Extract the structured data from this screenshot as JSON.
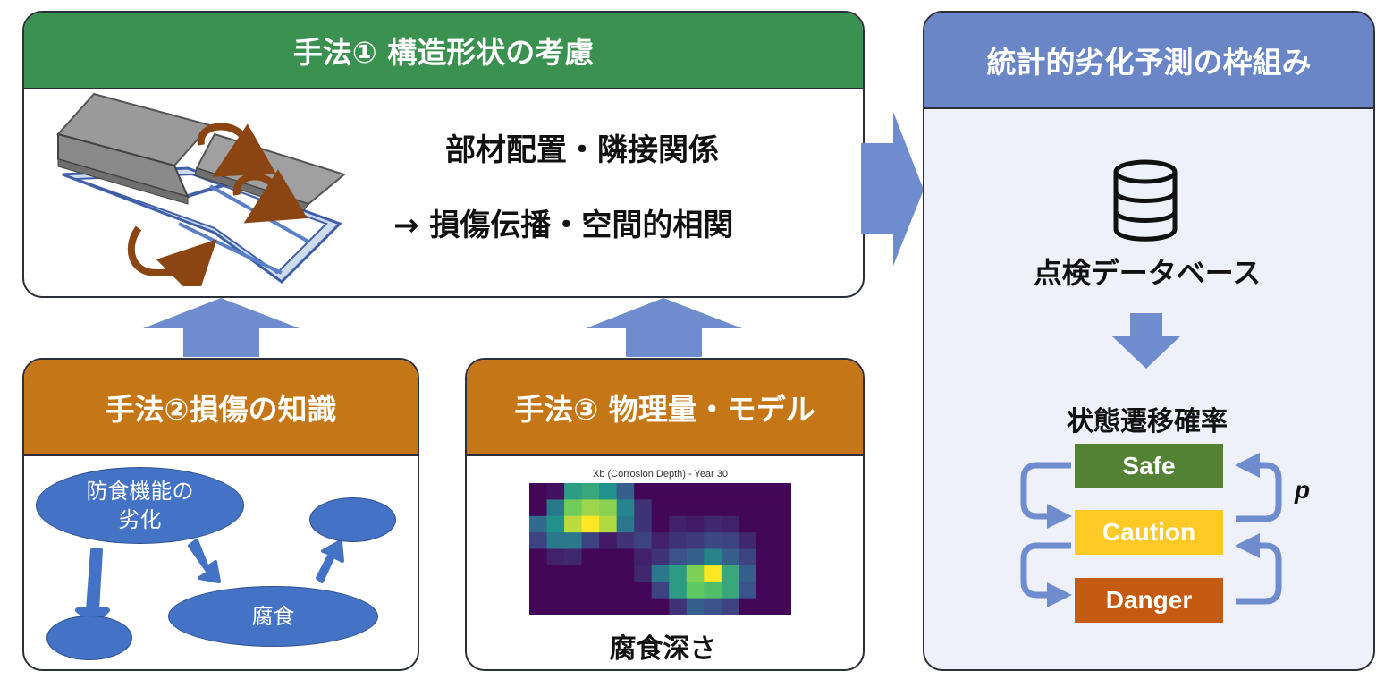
{
  "method1": {
    "title": "手法① 構造形状の考慮",
    "line1": "部材配置・隣接関係",
    "line2": "→ 損傷伝播・空間的相関"
  },
  "method2": {
    "title": "手法②損傷の知識",
    "node_deterioration": "防食機能の劣化",
    "node_corrosion": "腐食"
  },
  "method3": {
    "title": "手法③ 物理量・モデル",
    "heatmap_title": "Xb (Corrosion Depth) - Year 30",
    "caption": "腐食深さ"
  },
  "framework": {
    "title": "統計的劣化予測の枠組み",
    "database_label": "点検データベース",
    "transition_label": "状態遷移確率",
    "prob_symbol": "p",
    "states": [
      {
        "label": "Safe",
        "color": "#548235"
      },
      {
        "label": "Caution",
        "color": "#ffc926"
      },
      {
        "label": "Danger",
        "color": "#c55a11"
      }
    ]
  },
  "colors": {
    "green_header": "#3b9150",
    "orange_header": "#c57617",
    "blue_header": "#6b86c7",
    "arrow_blue": "#6f8dce",
    "node_blue": "#4472c4",
    "rotation_arrow": "#8b4513"
  },
  "heatmap": {
    "rows": 8,
    "cols": 15,
    "cells": [
      [
        0.02,
        0.05,
        0.55,
        0.6,
        0.5,
        0.3,
        0.02,
        0.02,
        0.02,
        0.02,
        0.02,
        0.02,
        0.02,
        0.02,
        0.02
      ],
      [
        0.02,
        0.4,
        0.78,
        0.85,
        0.82,
        0.45,
        0.15,
        0.02,
        0.02,
        0.02,
        0.02,
        0.02,
        0.02,
        0.02,
        0.02
      ],
      [
        0.35,
        0.5,
        0.9,
        1.0,
        0.88,
        0.4,
        0.15,
        0.02,
        0.1,
        0.08,
        0.12,
        0.1,
        0.02,
        0.02,
        0.02
      ],
      [
        0.2,
        0.4,
        0.4,
        0.2,
        0.08,
        0.15,
        0.2,
        0.1,
        0.15,
        0.18,
        0.22,
        0.2,
        0.12,
        0.02,
        0.02
      ],
      [
        0.02,
        0.1,
        0.12,
        0.02,
        0.02,
        0.02,
        0.1,
        0.15,
        0.25,
        0.3,
        0.45,
        0.3,
        0.2,
        0.02,
        0.02
      ],
      [
        0.02,
        0.02,
        0.02,
        0.02,
        0.02,
        0.02,
        0.12,
        0.4,
        0.55,
        0.8,
        1.0,
        0.6,
        0.3,
        0.02,
        0.02
      ],
      [
        0.02,
        0.02,
        0.02,
        0.02,
        0.02,
        0.02,
        0.02,
        0.2,
        0.55,
        0.75,
        0.7,
        0.6,
        0.25,
        0.02,
        0.02
      ],
      [
        0.02,
        0.02,
        0.02,
        0.02,
        0.02,
        0.02,
        0.02,
        0.02,
        0.15,
        0.3,
        0.25,
        0.2,
        0.02,
        0.02,
        0.02
      ]
    ]
  }
}
